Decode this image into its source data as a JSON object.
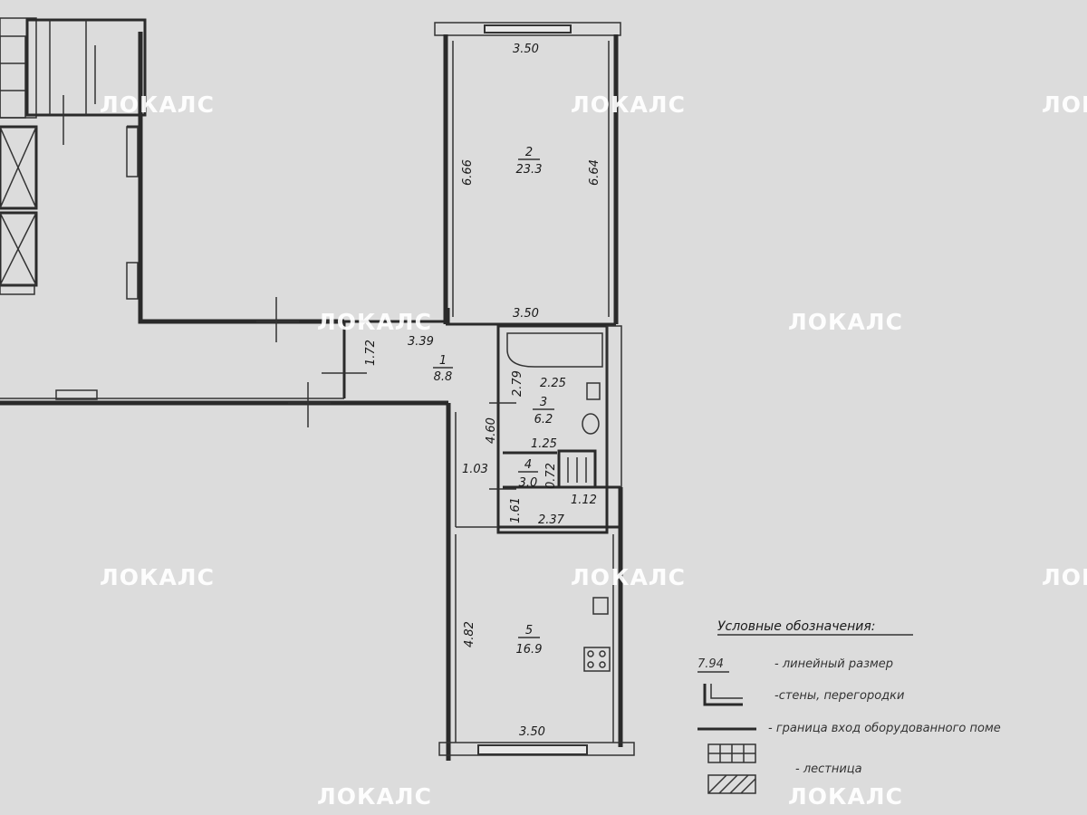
{
  "rooms": [
    {
      "id": "1",
      "number": "1",
      "area": "8.8"
    },
    {
      "id": "2",
      "number": "2",
      "area": "23.3"
    },
    {
      "id": "3",
      "number": "3",
      "area": "6.2"
    },
    {
      "id": "4",
      "number": "4",
      "area": "3.0"
    },
    {
      "id": "5",
      "number": "5",
      "area": "16.9"
    }
  ],
  "dimensions": {
    "room2_top": "3.50",
    "room2_left": "6.66",
    "room2_right": "6.64",
    "room2_bottom": "3.50",
    "hall_top": "3.39",
    "hall_left": "1.72",
    "corridor_height": "4.60",
    "corridor_width": "1.03",
    "bath_height": "2.79",
    "bath_width": "2.25",
    "wc_width": "1.25",
    "closet_height": "0.72",
    "nook_height": "1.61",
    "nook_depth": "1.12",
    "nook_width": "2.37",
    "room5_left": "4.82",
    "room5_bottom": "3.50"
  },
  "legend": {
    "title": "Условные обозначения:",
    "items": [
      {
        "symbol": "7.94",
        "text": "- линейный размер"
      },
      {
        "symbol": "",
        "text": "-стены, перегородки"
      },
      {
        "symbol": "",
        "text": "- граница вход оборудованного поме"
      },
      {
        "symbol": "",
        "text": "- лестница"
      },
      {
        "symbol": "",
        "text": ""
      }
    ]
  },
  "watermark": "ЛОКАЛС",
  "colors": {
    "paper": "#dcdcdc",
    "ink": "#2a2a2a",
    "watermark": "#ffffff"
  }
}
